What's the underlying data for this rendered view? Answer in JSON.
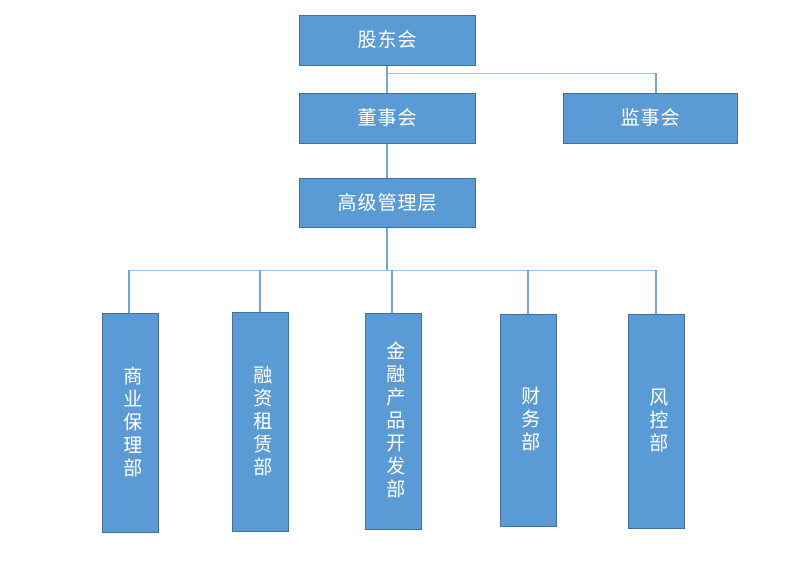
{
  "chart": {
    "type": "org-chart",
    "title": "",
    "theme": {
      "node_fill": "#5B9BD5",
      "node_border": "#41719C",
      "node_text": "#FFFFFF",
      "connector": "#9DC3E6",
      "background": "#FFFFFF"
    },
    "levels": [
      {
        "level": 1,
        "nodes": [
          {
            "id": "shareholders",
            "label": "股东会"
          }
        ]
      },
      {
        "level": 2,
        "nodes": [
          {
            "id": "board-of-directors",
            "label": "董事会"
          },
          {
            "id": "board-of-supervisors",
            "label": "监事会"
          }
        ]
      },
      {
        "level": 3,
        "nodes": [
          {
            "id": "senior-management",
            "label": "高级管理层"
          }
        ]
      },
      {
        "level": 4,
        "nodes": [
          {
            "id": "commercial-factoring",
            "label": "商业保理部"
          },
          {
            "id": "financial-leasing",
            "label": "融资租赁部"
          },
          {
            "id": "financial-product-development",
            "label": "金融产品开发部"
          },
          {
            "id": "finance",
            "label": "财务部"
          },
          {
            "id": "risk-control",
            "label": "风控部"
          }
        ]
      }
    ],
    "edges": [
      {
        "from": "shareholders",
        "to": "board-of-directors"
      },
      {
        "from": "shareholders",
        "to": "board-of-supervisors"
      },
      {
        "from": "board-of-directors",
        "to": "senior-management"
      },
      {
        "from": "senior-management",
        "to": "commercial-factoring"
      },
      {
        "from": "senior-management",
        "to": "financial-leasing"
      },
      {
        "from": "senior-management",
        "to": "financial-product-development"
      },
      {
        "from": "senior-management",
        "to": "finance"
      },
      {
        "from": "senior-management",
        "to": "risk-control"
      }
    ]
  }
}
